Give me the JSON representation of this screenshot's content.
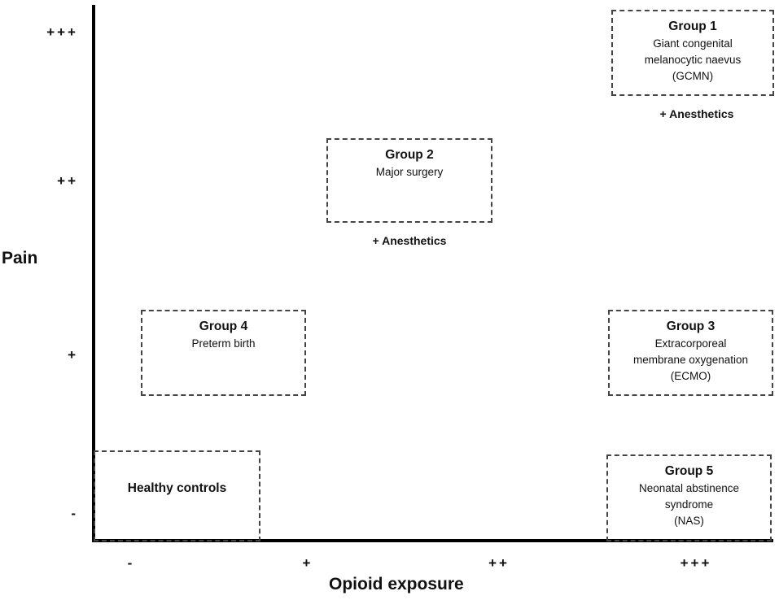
{
  "axes": {
    "y_title": "Pain",
    "x_title": "Opioid exposure",
    "y_ticks": [
      "+++",
      "++",
      "+",
      "-"
    ],
    "x_ticks": [
      "-",
      "+",
      "++",
      "+++"
    ]
  },
  "groups": {
    "group1": {
      "title": "Group 1",
      "lines": [
        "Giant congenital",
        "melanocytic naevus",
        "(GCMN)"
      ],
      "note": "+ Anesthetics"
    },
    "group2": {
      "title": "Group 2",
      "lines": [
        "Major surgery"
      ],
      "note": "+ Anesthetics"
    },
    "group3": {
      "title": "Group 3",
      "lines": [
        "Extracorporeal",
        "membrane oxygenation",
        "(ECMO)"
      ]
    },
    "group4": {
      "title": "Group 4",
      "lines": [
        "Preterm birth"
      ]
    },
    "group5": {
      "title": "Group 5",
      "lines": [
        "Neonatal abstinence",
        "syndrome",
        "(NAS)"
      ]
    },
    "healthy": {
      "title": "Healthy controls"
    }
  }
}
